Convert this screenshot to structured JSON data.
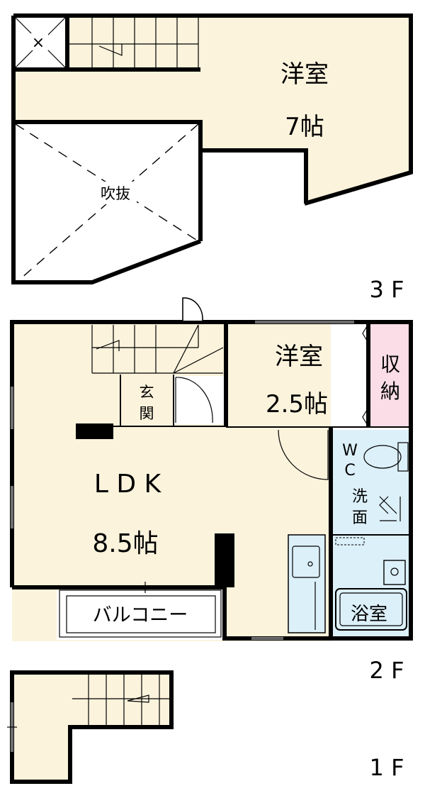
{
  "floor3": {
    "room_name": "洋室",
    "room_size": "7帖",
    "void_label": "吹抜",
    "storage_mark": "×",
    "floor_label": "3 F"
  },
  "floor2": {
    "bedroom_name": "洋室",
    "bedroom_size": "2.5帖",
    "closet_label": [
      "収",
      "納"
    ],
    "entrance_label": [
      "玄",
      "関"
    ],
    "ldk_name": "L D K",
    "ldk_size": "8.5帖",
    "wc_label": [
      "W",
      "C"
    ],
    "washroom_label": [
      "洗",
      "面"
    ],
    "bath_label": "浴室",
    "balcony_label": "バルコニー",
    "floor_label": "2 F"
  },
  "floor1": {
    "floor_label": "1 F"
  },
  "colors": {
    "room_fill": "#fbf3dc",
    "wet_fill": "#dcf0fa",
    "closet_fill": "#fadde6",
    "wall": "#000000"
  }
}
